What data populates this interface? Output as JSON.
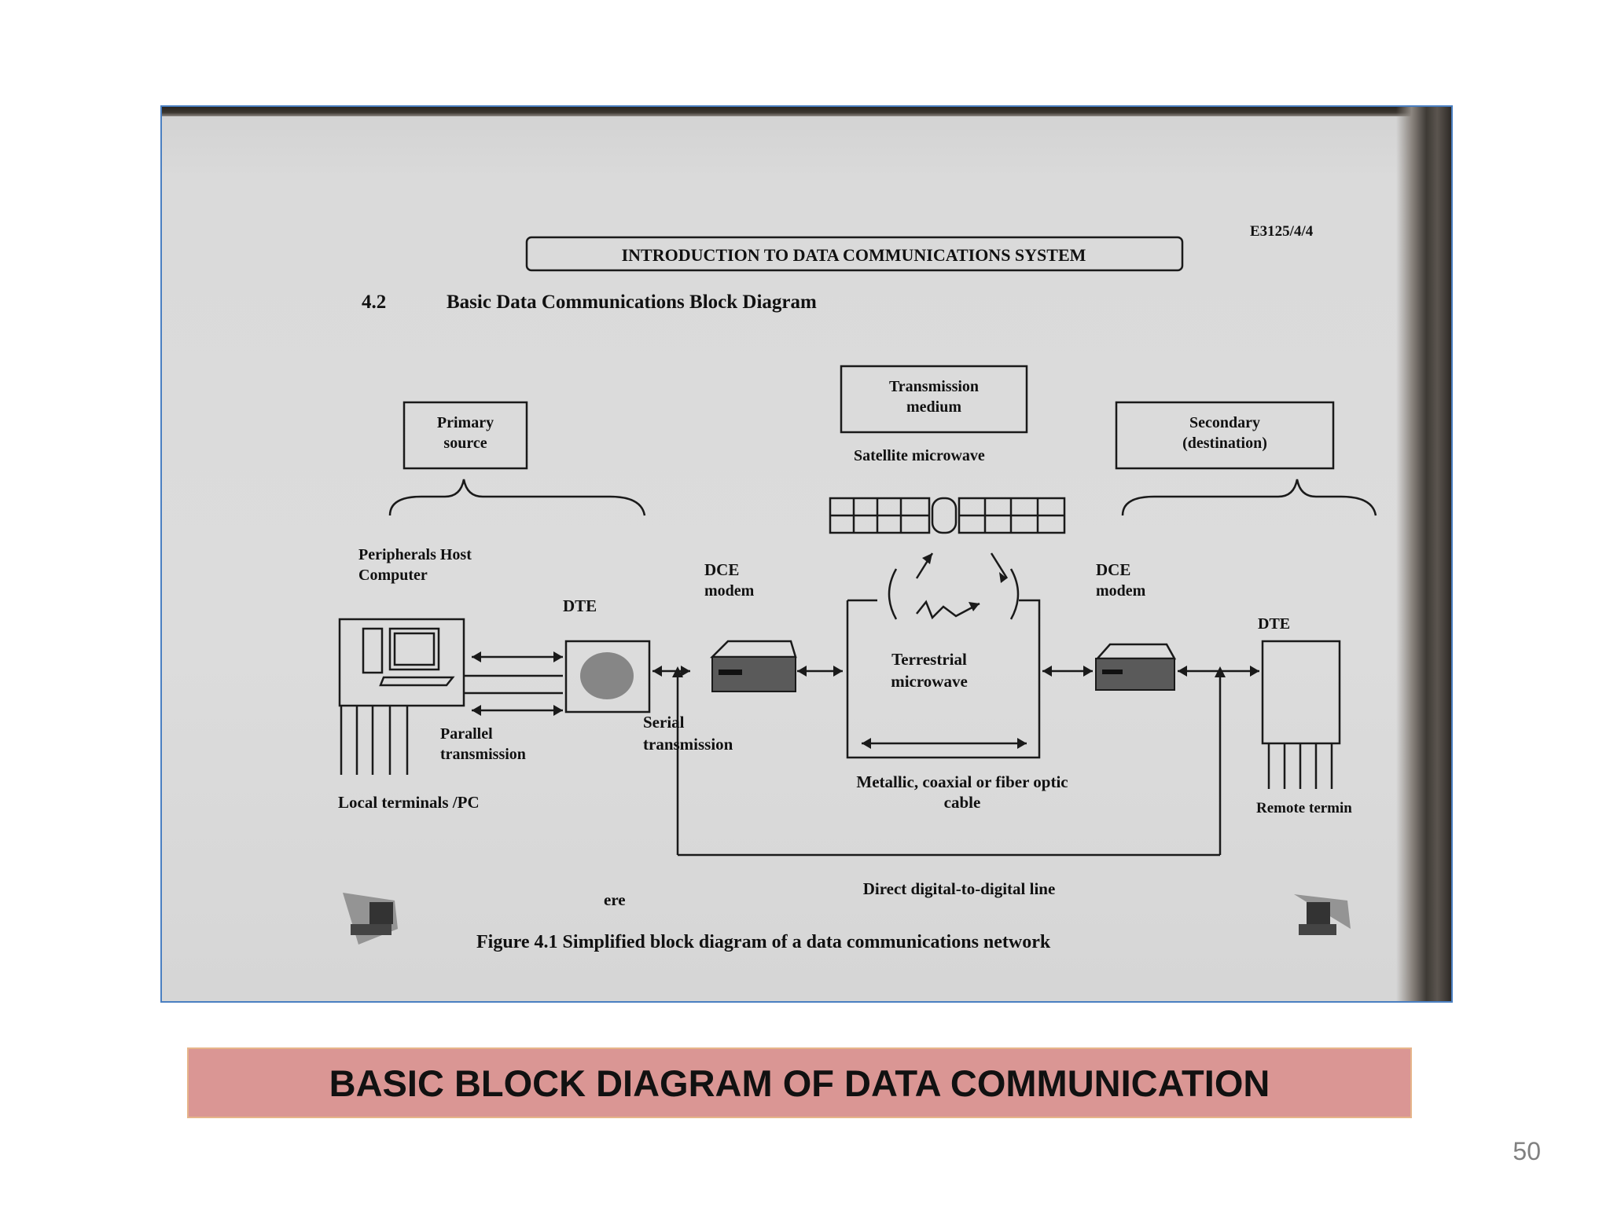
{
  "slide": {
    "caption": "BASIC BLOCK DIAGRAM OF DATA COMMUNICATION",
    "page_number": "50",
    "caption_bg": "#da9694",
    "frame_border": "#4a7fc1"
  },
  "scan": {
    "doc_code": "E3125/4/4",
    "header": "INTRODUCTION TO DATA COMMUNICATIONS SYSTEM",
    "section_num": "4.2",
    "section_title": "Basic Data Communications Block Diagram",
    "primary_source": [
      "Primary",
      "source"
    ],
    "transmission_medium": [
      "Transmission",
      "medium"
    ],
    "secondary": [
      "Secondary",
      "(destination)"
    ],
    "satellite": "Satellite microwave",
    "peripherals": [
      "Peripherals Host",
      "Computer"
    ],
    "dte_left": "DTE",
    "dce_left": [
      "DCE",
      "modem"
    ],
    "dce_right": [
      "DCE",
      "modem"
    ],
    "dte_right": "DTE",
    "terrestrial": [
      "Terrestrial",
      "microwave"
    ],
    "parallel": [
      "Parallel",
      "transmission"
    ],
    "serial": [
      "Serial",
      "transmission"
    ],
    "local_terminals": "Local terminals /PC",
    "cable": [
      "Metallic, coaxial or fiber optic",
      "cable"
    ],
    "remote_terminals": "Remote termin",
    "direct_line": "Direct digital-to-digital line",
    "stray": "ere",
    "figure_caption": "Figure 4.1 Simplified block diagram of a data communications network"
  }
}
